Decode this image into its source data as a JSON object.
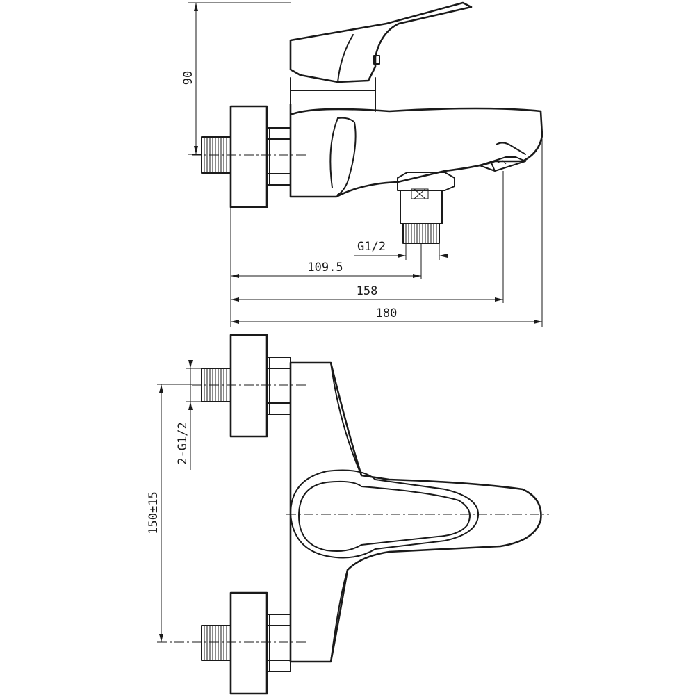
{
  "dimensions": {
    "height_90": "90",
    "thread_g12": "G1/2",
    "len_109_5": "109.5",
    "len_158": "158",
    "len_180": "180",
    "thread_2g12": "2-G1/2",
    "centers_150": "150±15"
  }
}
